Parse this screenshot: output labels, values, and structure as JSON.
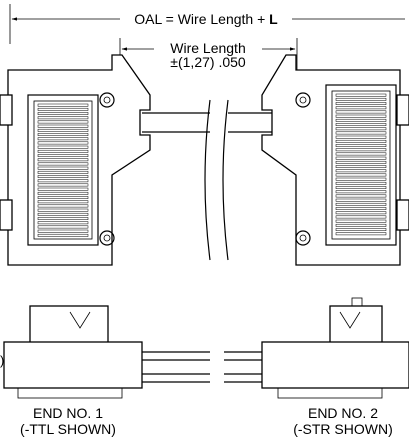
{
  "dimensions": {
    "oal_label": "OAL = Wire Length + ",
    "oal_bold": "L",
    "wire_length_label": "Wire Length",
    "tolerance_label": "±(1,27) .050"
  },
  "ends": [
    {
      "title": "END NO. 1",
      "subtitle": "(-TTL SHOWN)"
    },
    {
      "title": "END NO. 2",
      "subtitle": "(-STR SHOWN)"
    }
  ],
  "edge_fragment": ")"
}
